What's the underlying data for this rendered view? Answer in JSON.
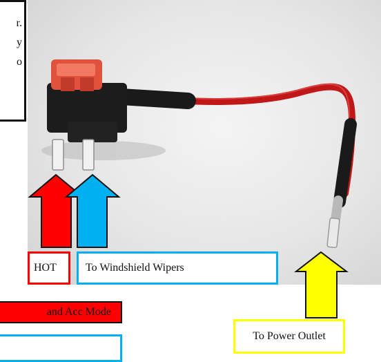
{
  "caption": {
    "lines": [
      "r.",
      "y",
      "o"
    ]
  },
  "labels": {
    "hot": "HOT",
    "wipers": "To Windshield Wipers",
    "mode": "and Acc Mode",
    "outlet": "To Power Outlet"
  },
  "colors": {
    "red": "#ff0000",
    "blue": "#00b0f0",
    "yellow": "#ffff00",
    "border_dark": "#111111"
  },
  "icons": {
    "hot_arrow": "up-arrow-red",
    "wiper_arrow": "up-arrow-blue",
    "outlet_arrow": "up-arrow-yellow"
  }
}
